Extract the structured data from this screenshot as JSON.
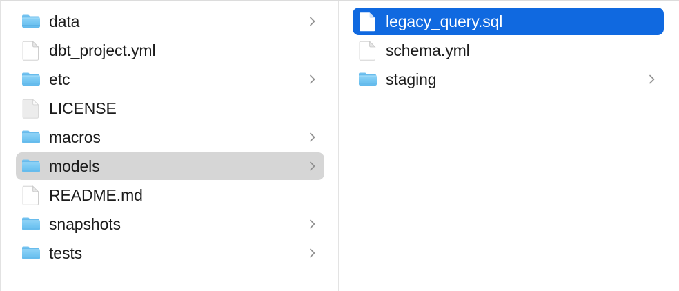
{
  "window": {
    "title": "Finder",
    "view": "column",
    "accent_color": "#1069e0",
    "inactive_selection_color": "#d6d6d6",
    "text_color": "#1c1c1c",
    "selected_text_color": "#ffffff",
    "divider_color": "#e3e3e3"
  },
  "columns": [
    {
      "name": "parent-column",
      "items": [
        {
          "label": "data",
          "kind": "folder",
          "icon": "folder-icon",
          "has_chevron": true,
          "selected": false,
          "selection_style": "none"
        },
        {
          "label": "dbt_project.yml",
          "kind": "file",
          "icon": "document-icon",
          "has_chevron": false,
          "selected": false,
          "selection_style": "none"
        },
        {
          "label": "etc",
          "kind": "folder",
          "icon": "folder-icon",
          "has_chevron": true,
          "selected": false,
          "selection_style": "none"
        },
        {
          "label": "LICENSE",
          "kind": "file",
          "icon": "plain-document-icon",
          "has_chevron": false,
          "selected": false,
          "selection_style": "none"
        },
        {
          "label": "macros",
          "kind": "folder",
          "icon": "folder-icon",
          "has_chevron": true,
          "selected": false,
          "selection_style": "none"
        },
        {
          "label": "models",
          "kind": "folder",
          "icon": "folder-icon",
          "has_chevron": true,
          "selected": true,
          "selection_style": "gray"
        },
        {
          "label": "README.md",
          "kind": "file",
          "icon": "document-icon",
          "has_chevron": false,
          "selected": false,
          "selection_style": "none"
        },
        {
          "label": "snapshots",
          "kind": "folder",
          "icon": "folder-icon",
          "has_chevron": true,
          "selected": false,
          "selection_style": "none"
        },
        {
          "label": "tests",
          "kind": "folder",
          "icon": "folder-icon",
          "has_chevron": true,
          "selected": false,
          "selection_style": "none"
        }
      ]
    },
    {
      "name": "models-column",
      "items": [
        {
          "label": "legacy_query.sql",
          "kind": "file",
          "icon": "document-icon",
          "has_chevron": false,
          "selected": true,
          "selection_style": "blue"
        },
        {
          "label": "schema.yml",
          "kind": "file",
          "icon": "document-icon",
          "has_chevron": false,
          "selected": false,
          "selection_style": "none"
        },
        {
          "label": "staging",
          "kind": "folder",
          "icon": "folder-icon",
          "has_chevron": true,
          "selected": false,
          "selection_style": "none"
        }
      ]
    }
  ]
}
